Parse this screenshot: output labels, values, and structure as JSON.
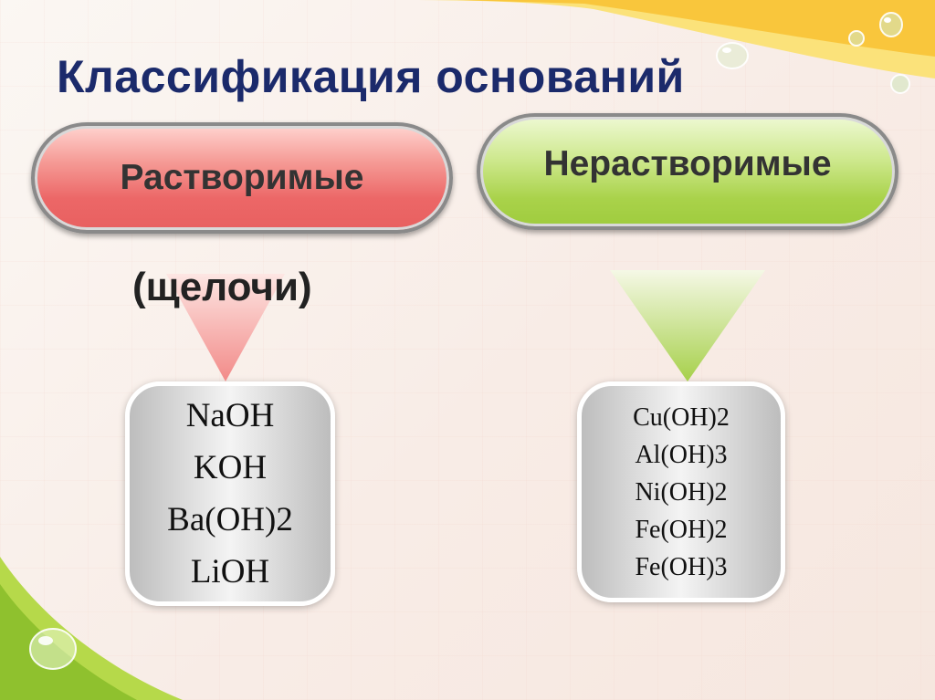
{
  "title": "Классификация оснований",
  "categories": [
    {
      "label": "Растворимые",
      "note": "(щелочи)",
      "items": [
        "NaOH",
        "KOH",
        "Ba(OH)2",
        "LiOH"
      ]
    },
    {
      "label": "Нерастворимые",
      "items": [
        "Cu(OH)2",
        "Al(OH)3",
        "Ni(OH)2",
        "Fe(OH)2",
        "Fe(OH)3"
      ]
    }
  ],
  "colors": {
    "title": "#1b2a6b",
    "soluble_pill": "#ec6767",
    "insoluble_pill": "#a9d24a",
    "box": "#d9d9d9"
  }
}
